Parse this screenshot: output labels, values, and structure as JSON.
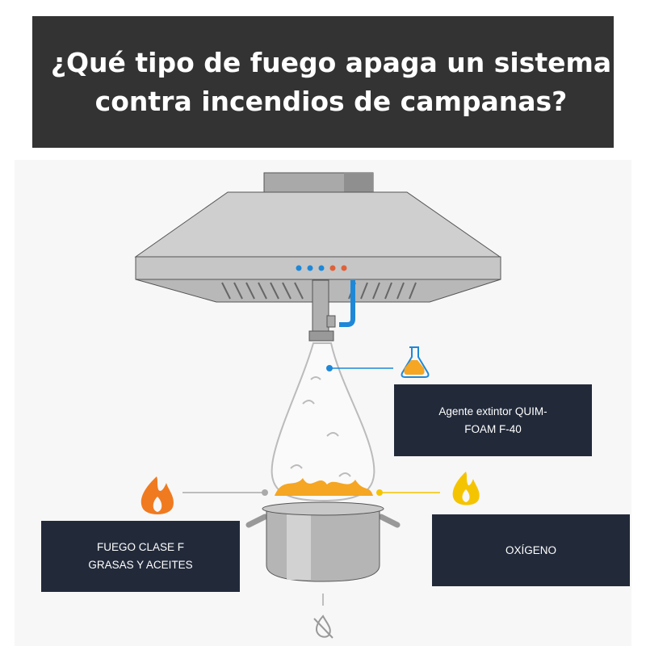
{
  "title": "¿Qué tipo de fuego apaga un sistema contra incendios de campanas?",
  "labels": {
    "agent": "Agente extintor QUIM-FOAM F-40",
    "fire_class_line1": "FUEGO CLASE F",
    "fire_class_line2": "GRASAS Y ACEITES",
    "oxygen": "OXÍGENO"
  },
  "icons": {
    "agent": "flask-icon",
    "fire_class": "flame-icon",
    "oxygen": "flame-icon",
    "fuel_off": "no-flame-icon"
  },
  "colors": {
    "title_bg": "#333333",
    "label_bg": "#222a3a",
    "pipe_blue": "#1e88d8",
    "flame_orange": "#f5a623",
    "accent_yellow": "#f5c400"
  }
}
